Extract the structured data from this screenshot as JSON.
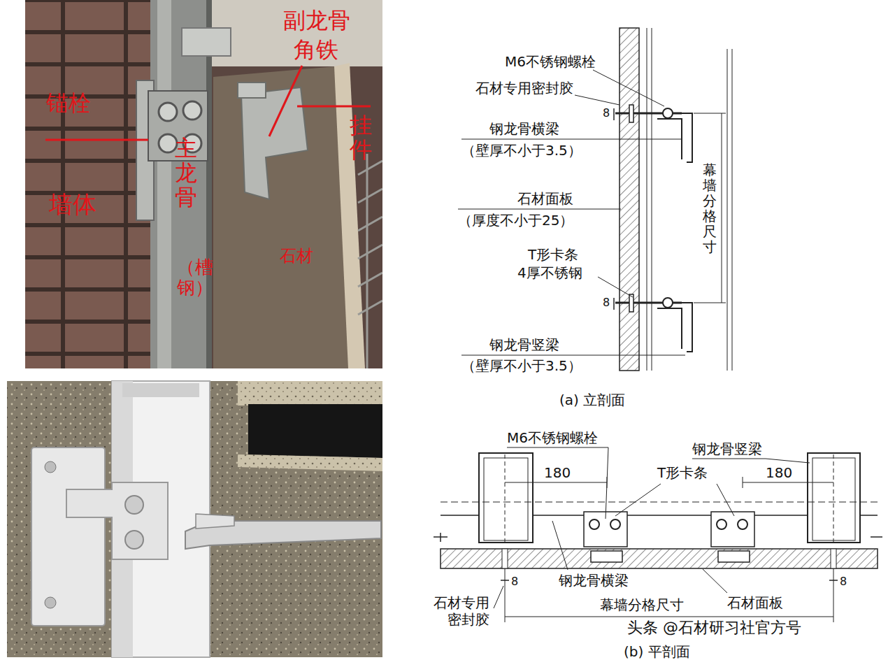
{
  "diagram": {
    "labels": [
      "锚栓",
      "墙体",
      "主龙骨",
      "（槽钢）",
      "副龙骨",
      "角铁",
      "挂件",
      "石材",
      "M6不锈钢螺栓",
      "石材专用密封胶",
      "钢龙骨横梁",
      "（壁厚不小于3.5）",
      "石材面板",
      "（厚度不小于25）",
      "T形卡条",
      "4厚不锈钢",
      "8",
      "8",
      "钢龙骨竖梁",
      "（壁厚不小于3.5）",
      "幕墙分格尺寸",
      "(a) 立剖面",
      "M6不锈钢螺栓",
      "钢龙骨竖梁",
      "180",
      "T形卡条",
      "180",
      "钢龙骨横梁",
      "石材专用密封胶",
      "8",
      "幕墙分格尺寸",
      "石材面板",
      "8",
      "(b) 平剖面",
      "头条 @石材研习社官方号"
    ]
  }
}
